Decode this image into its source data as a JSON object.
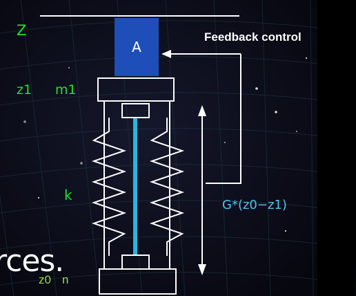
{
  "labels": {
    "z": "Z",
    "z1": "z1",
    "m1": "m1",
    "k": "k",
    "actuator": "A",
    "feedback": "Feedback control",
    "gain": "G*(z0−z1)",
    "bottom_left_a": "z0",
    "bottom_left_b": "n",
    "background_text": "rces."
  },
  "colors": {
    "background": "#0b0c1c",
    "grid": "#1f3a44",
    "actuator": "#1e4fb8",
    "rod": "#26b6e0",
    "line": "#ffffff",
    "label_green": "#22e02a",
    "label_cyan": "#4cc4f0"
  }
}
